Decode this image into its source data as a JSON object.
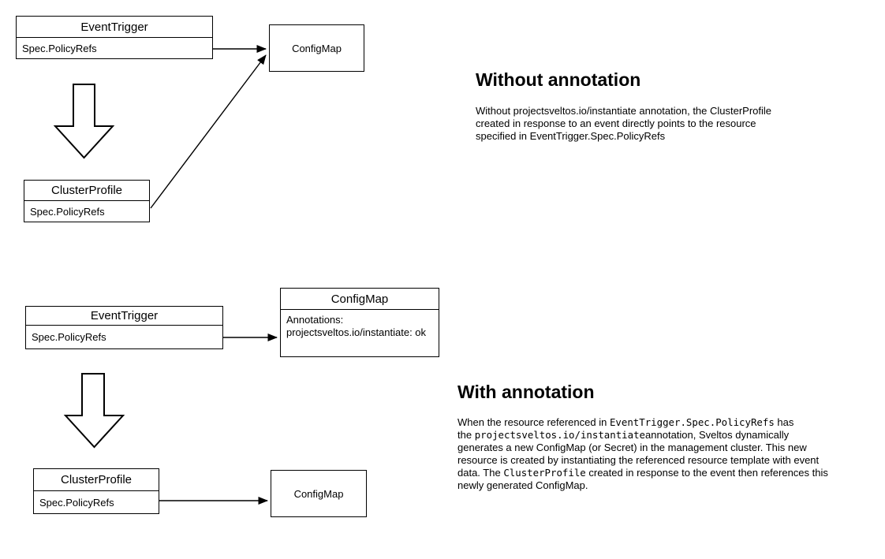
{
  "colors": {
    "stroke": "#000000",
    "background": "#ffffff",
    "text": "#000000"
  },
  "without": {
    "heading": "Without annotation",
    "paragraph": "Without projectsveltos.io/instantiate annotation, the ClusterProfile\ncreated in response to an event directly points to the resource\nspecified in EventTrigger.Spec.PolicyRefs",
    "event_trigger": {
      "title": "EventTrigger",
      "field": "Spec.PolicyRefs"
    },
    "config_map": {
      "title": "ConfigMap"
    },
    "cluster_profile": {
      "title": "ClusterProfile",
      "field": "Spec.PolicyRefs"
    }
  },
  "with": {
    "heading": "With annotation",
    "paragraph_segments": [
      {
        "t": "When the resource referenced in "
      },
      {
        "t": "EventTrigger.Spec.PolicyRefs",
        "code": true
      },
      {
        "t": " has\nthe "
      },
      {
        "t": "projectsveltos.io/instantiate",
        "code": true
      },
      {
        "t": "annotation, Sveltos dynamically\ngenerates a new ConfigMap (or Secret) in the management cluster. This new\nresource is created by instantiating the referenced resource template with event\ndata. The "
      },
      {
        "t": "ClusterProfile",
        "code": true
      },
      {
        "t": " created in response to the event then references this\nnewly generated ConfigMap."
      }
    ],
    "event_trigger": {
      "title": "EventTrigger",
      "field": "Spec.PolicyRefs"
    },
    "config_map_annotated": {
      "title": "ConfigMap",
      "body_lines": [
        "Annotations:",
        "projectsveltos.io/instantiate: ok"
      ]
    },
    "cluster_profile": {
      "title": "ClusterProfile",
      "field": "Spec.PolicyRefs"
    },
    "config_map_generated": {
      "title": "ConfigMap"
    }
  }
}
